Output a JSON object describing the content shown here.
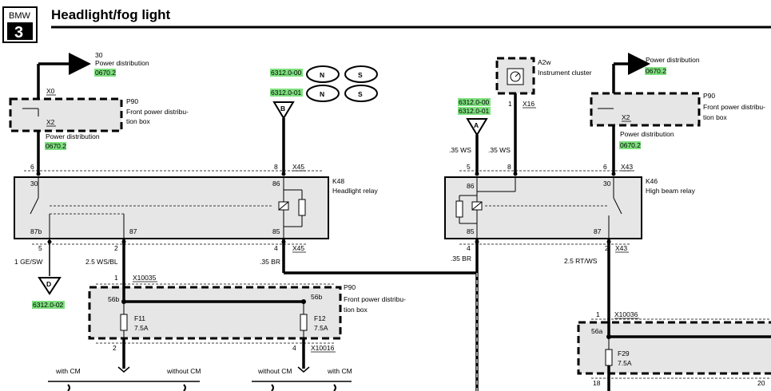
{
  "header": {
    "brand": "BMW",
    "series": "3",
    "title": "Headlight/fog light"
  },
  "colors": {
    "ref_background": "#7ee07e",
    "box_fill": "#e6e6e6",
    "wire": "#000000"
  },
  "top_left_feed": {
    "terminal": "30",
    "label": "Power distribution",
    "ref": "0670.2"
  },
  "p90_left": {
    "id": "P90",
    "name_line1": "Front power distribu-",
    "name_line2": "tion box",
    "pin_in": "X0",
    "pin_out": "X2",
    "label": "Power distribution",
    "ref": "0670.2"
  },
  "refs_center": {
    "ref1": "6312.0-00",
    "ref2": "6312.0-01",
    "connector": "B",
    "symbols": [
      "N",
      "S",
      "N",
      "S"
    ]
  },
  "k48": {
    "id": "K48",
    "name": "Headlight relay",
    "pin_30": "30",
    "pin_87b": "87b",
    "pin_87": "87",
    "pin_86": "86",
    "pin_85": "85",
    "conn_top": "X45",
    "conn_bottom": "X45",
    "n6": "6",
    "n8": "8",
    "n5": "5",
    "n2": "2",
    "n4": "4"
  },
  "wires_left": {
    "w1": "1 GE/SW",
    "w2": "2.5 WS/BL",
    "w3": ".35 BR",
    "connector": "D",
    "ref": "6312.0-02"
  },
  "p90_fuses": {
    "id": "P90",
    "name_line1": "Front power distribu-",
    "name_line2": "tion box",
    "conn_top": "X10035",
    "conn_bottom": "X10016",
    "term_56b_a": "56b",
    "term_56b_b": "56b",
    "fuse1": "F11",
    "fuse1_rating": "7.5A",
    "fuse2": "F12",
    "fuse2_rating": "7.5A",
    "n1": "1",
    "n2": "2",
    "n4": "4"
  },
  "bottom_branches": {
    "with_cm_1": "with CM",
    "without_cm_1": "without CM",
    "without_cm_2": "without CM",
    "with_cm_2": "with CM"
  },
  "a2w": {
    "id": "A2w",
    "name": "Instrument cluster",
    "pin": "1",
    "conn": "X16"
  },
  "refs_right": {
    "ref1": "6312.0-00",
    "ref2": "6312.0-01",
    "connector": "A",
    "wire1": ".35 WS",
    "wire2": ".35 WS",
    "wire3": ".35 BR"
  },
  "k46": {
    "id": "K46",
    "name": "High beam relay",
    "pin_86": "86",
    "pin_85": "85",
    "pin_30": "30",
    "pin_87": "87",
    "conn_top": "X43",
    "conn_bottom": "X43",
    "n5": "5",
    "n8": "8",
    "n6": "6",
    "n4": "4",
    "n2": "2",
    "wire_out": "2.5 RT/WS"
  },
  "p90_right": {
    "id": "P90",
    "name_line1": "Front power distribu-",
    "name_line2": "tion box",
    "pin": "X2",
    "feed_label": "Power distribution",
    "feed_ref": "0670.2",
    "out_label": "Power distribution",
    "out_ref": "0670.2"
  },
  "fuse_box_right": {
    "conn": "X10036",
    "term": "56a",
    "fuse": "F29",
    "rating": "7.5A",
    "n1": "1",
    "n18": "18",
    "n20": "20"
  }
}
